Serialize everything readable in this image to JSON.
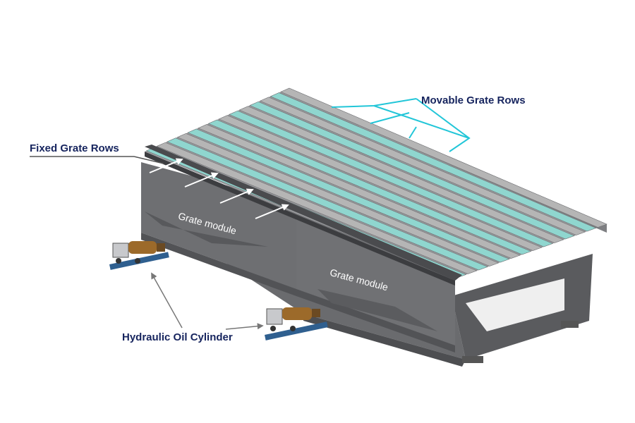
{
  "labels": {
    "movable_grate_rows": "Movable Grate Rows",
    "fixed_grate_rows": "Fixed Grate Rows",
    "hydraulic_oil_cylinder": "Hydraulic Oil Cylinder",
    "grate_module_left": "Grate module",
    "grate_module_right": "Grate module"
  },
  "colors": {
    "callout_text": "#16245e",
    "movable_leader": "#22c6d8",
    "movable_grate": "#8fd6cf",
    "fixed_grate": "#b5b5b5",
    "frame_dark": "#5f6063",
    "frame_mid": "#77787b",
    "frame_light": "#8c8d90",
    "cylinder": "#9c6a2a",
    "pointer": "#777777"
  }
}
